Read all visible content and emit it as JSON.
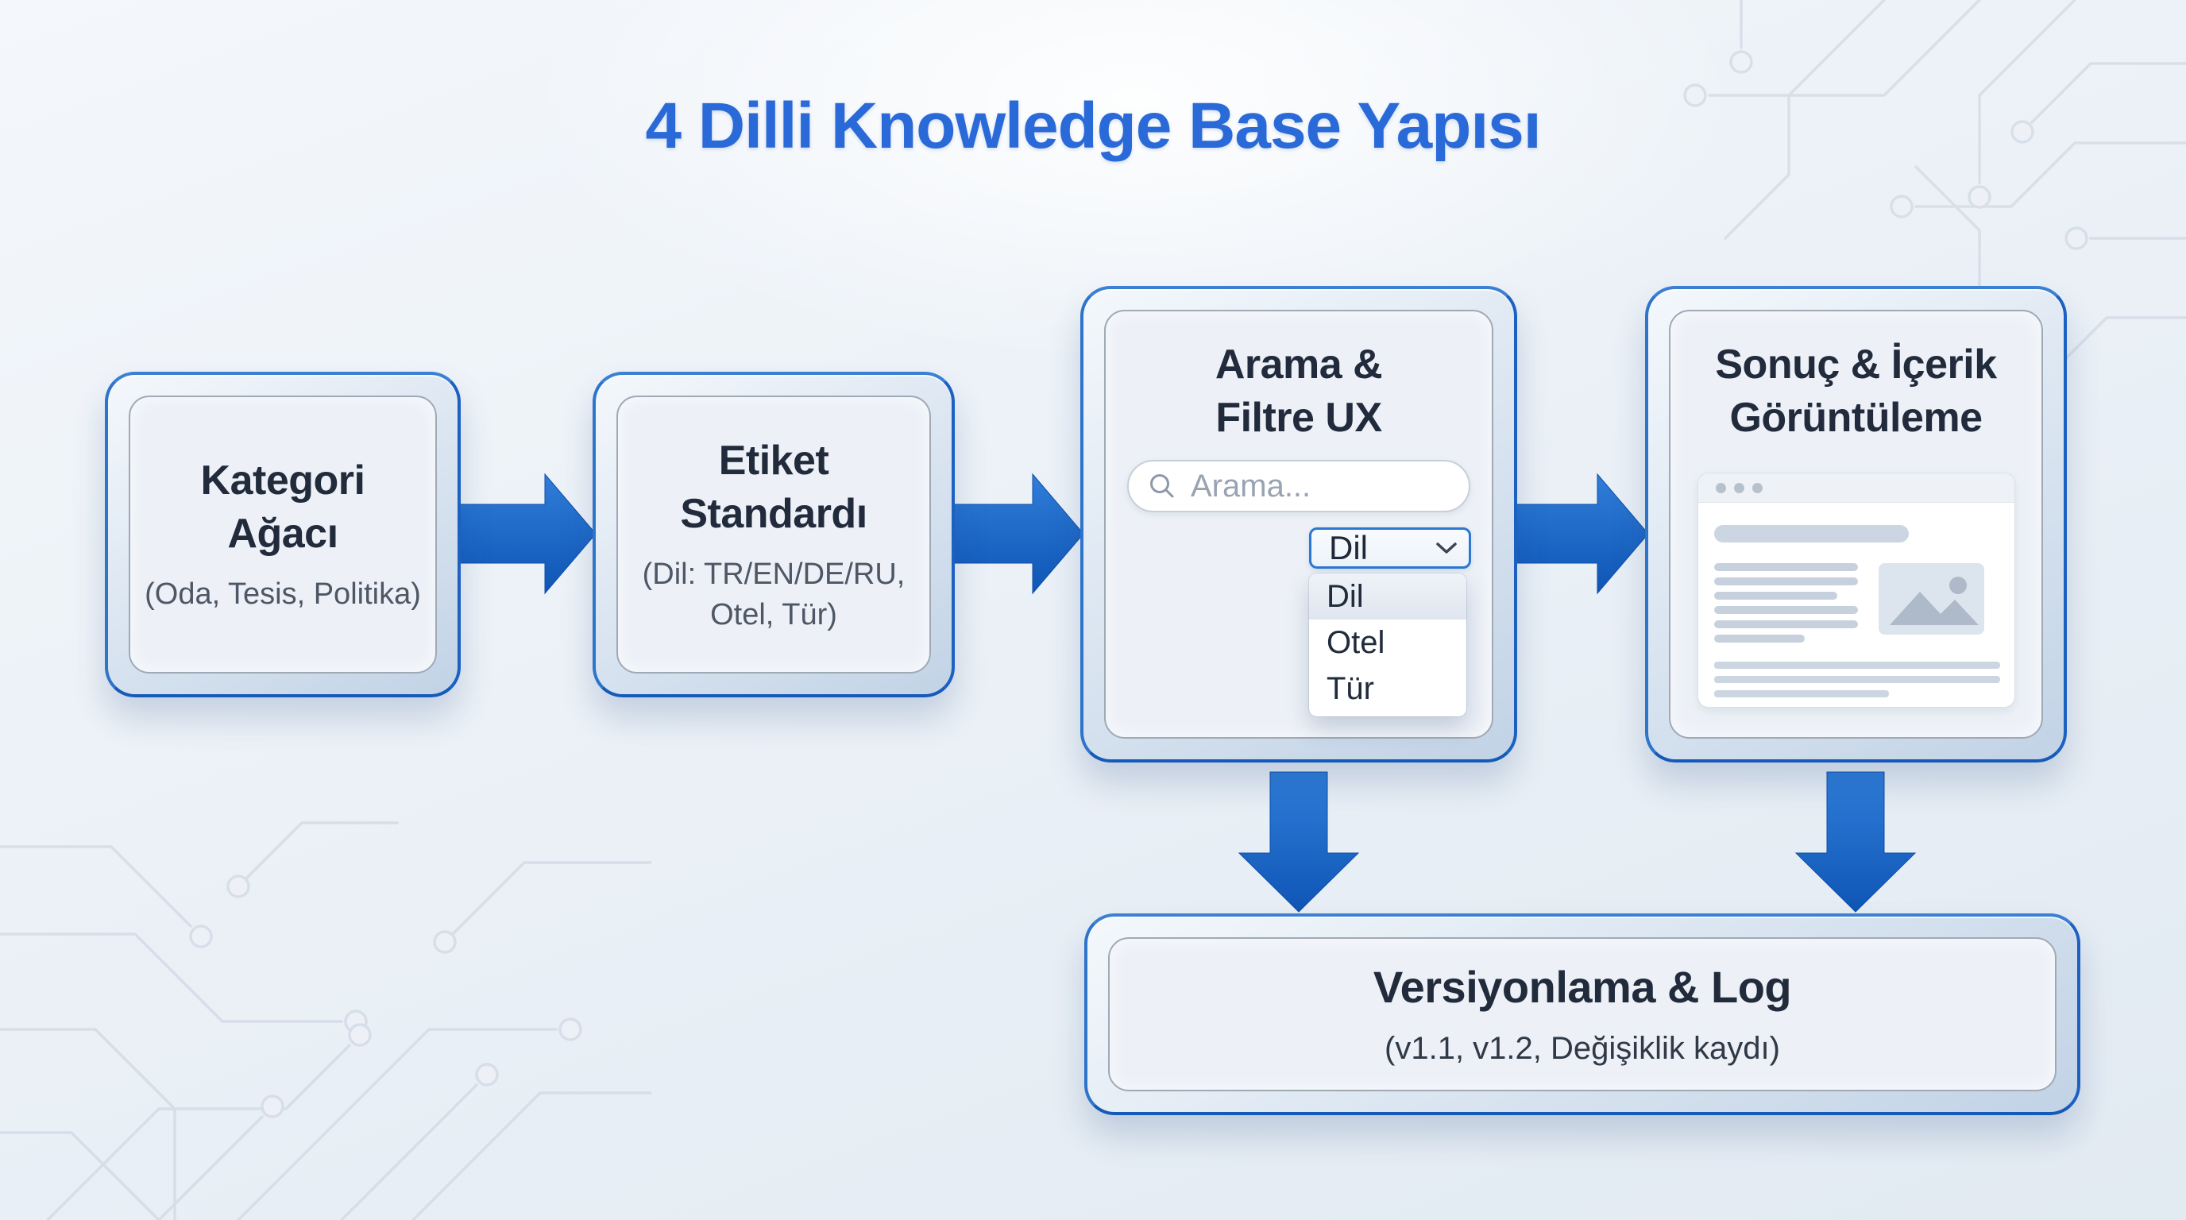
{
  "title": "4 Dilli Knowledge Base Yapısı",
  "colors": {
    "title_blue": "#2a6ad8",
    "arrow_blue": "#1b63c9",
    "card_border_blue": "#2e74cb",
    "heading_navy": "#212b3c",
    "subtext_gray": "#4d5765",
    "background": "#ecf1f7"
  },
  "flow": {
    "kategori": {
      "title": "Kategori\nAğacı",
      "subtitle": "(Oda, Tesis, Politika)"
    },
    "etiket": {
      "title": "Etiket\nStandardı",
      "subtitle": "(Dil: TR/EN/DE/RU, Otel, Tür)"
    },
    "arama": {
      "title": "Arama &\nFiltre UX",
      "search_placeholder": "Arama...",
      "filter_value": "Dil",
      "filter_options": [
        "Dil",
        "Otel",
        "Tür"
      ]
    },
    "sonuc": {
      "title": "Sonuç & İçerik\nGörüntüleme"
    },
    "versiyon": {
      "title": "Versiyonlama & Log",
      "subtitle": "(v1.1, v1.2, Değişiklik kaydı)"
    }
  },
  "icons": {
    "search": "magnifier",
    "chevron": "chevron-down",
    "window_controls": "three-dots",
    "image_placeholder": "mountains-and-sun"
  }
}
